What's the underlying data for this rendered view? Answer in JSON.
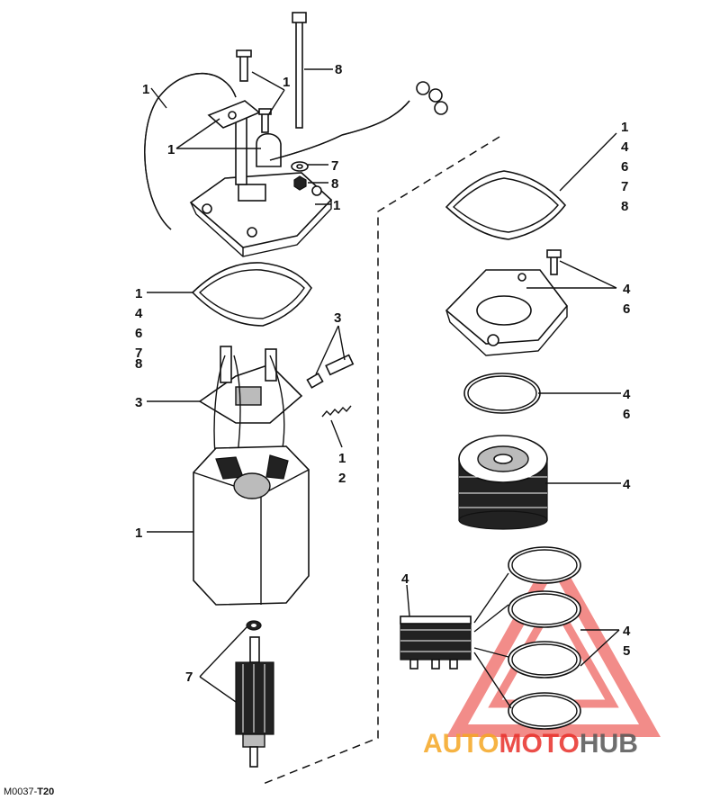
{
  "figure_code": {
    "prefix": "M0037-",
    "suffix": "T20"
  },
  "watermark": {
    "part1": "AUTO",
    "part2": "MOTO",
    "part3": "HUB",
    "color_orange": "#f5a623",
    "color_red": "#e8302a",
    "color_gray": "#555555"
  },
  "callouts": {
    "c1_hose": "1",
    "c1_screws": "1",
    "c8_rod": "8",
    "c1_clamp": "1",
    "c7_washer": "7",
    "c8_nut": "8",
    "c1_cover": "1",
    "right_gasket": [
      "1",
      "4",
      "6",
      "7",
      "8"
    ],
    "left_gasket": [
      "1",
      "4",
      "6",
      "7",
      "8"
    ],
    "c3_brush_parts": "3",
    "c3_brush_plate": "3",
    "spring": [
      "1",
      "2"
    ],
    "c1_frame": "1",
    "c7_armature": "7",
    "end_cap": [
      "4",
      "6"
    ],
    "o_ring": [
      "4",
      "6"
    ],
    "c4_pump": "4",
    "c4_valve": "4",
    "rings": [
      "4",
      "5"
    ]
  }
}
